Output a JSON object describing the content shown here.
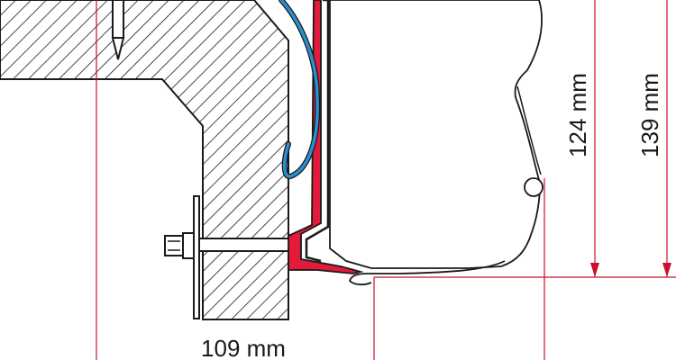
{
  "labels": {
    "width_dimension": "109 mm",
    "height_dimension_a": "124 mm",
    "height_dimension_b": "139 mm"
  },
  "colors": {
    "dimension_line": "#c8102e",
    "bracket_fill": "#e21a3b",
    "cable": "#2a8fd0",
    "outline": "#1a1a1a",
    "hatch": "#1a1a1a",
    "awning_fill": "#ffffff"
  }
}
